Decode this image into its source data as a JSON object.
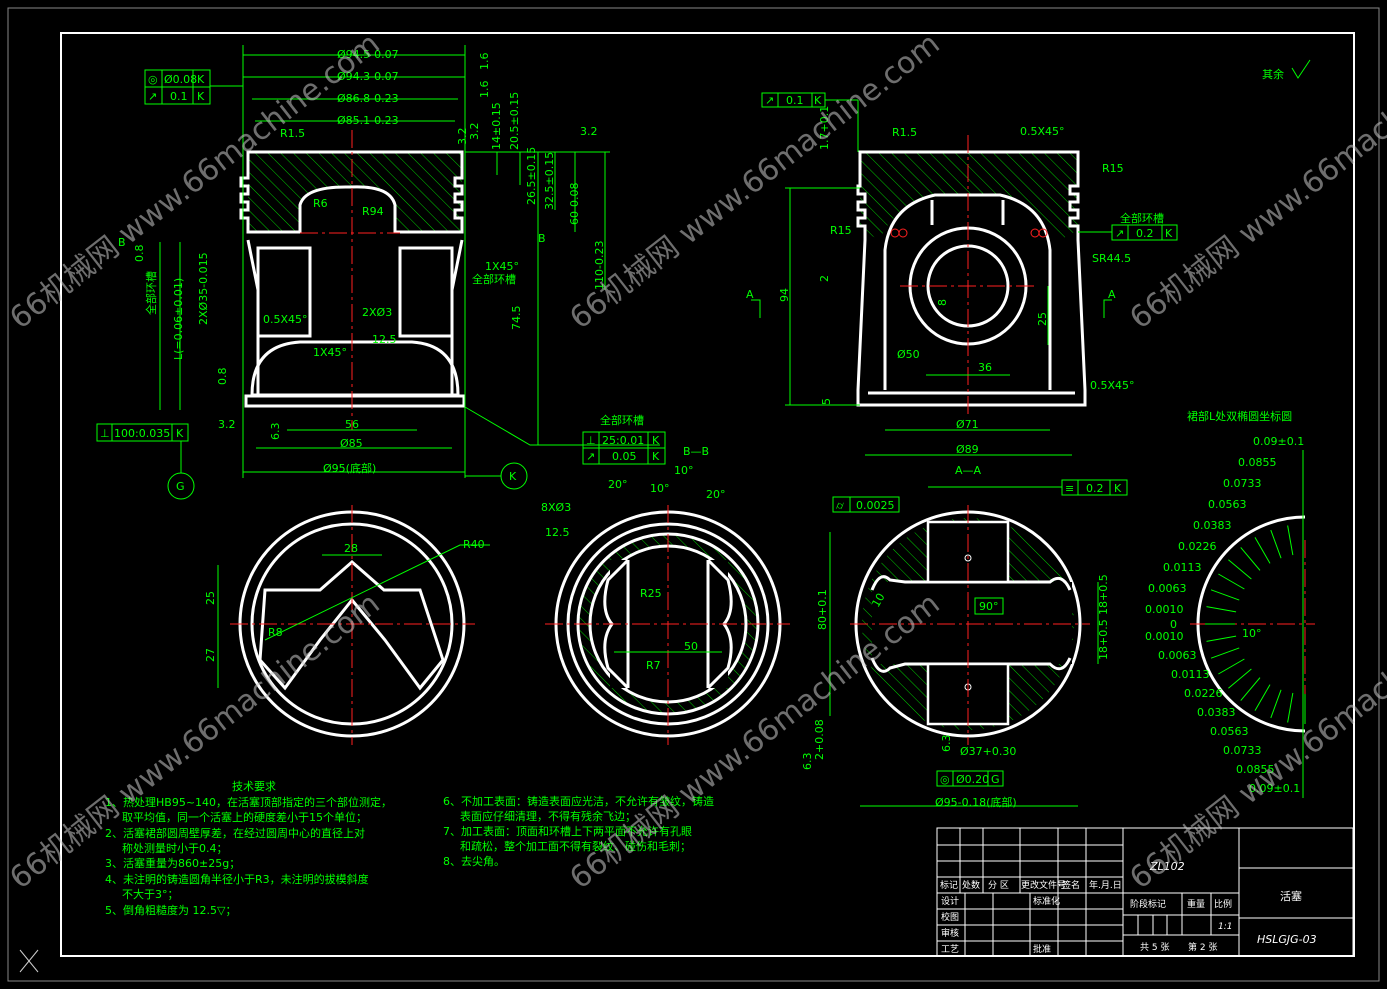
{
  "drawing": {
    "material": "ZL102",
    "part_name": "活塞",
    "drawing_number": "HSLGJG-03",
    "scale": "1:1",
    "sheets_total": "共 5 张",
    "sheet_no": "第 2 张",
    "surface_note": "其余"
  },
  "title_block": {
    "headers": [
      "标记",
      "处数",
      "分 区",
      "更改文件号",
      "签名",
      "年.月.日"
    ],
    "rows": [
      "设计",
      "校图",
      "审核",
      "工艺"
    ],
    "standardization": "标准化",
    "approve": "批准",
    "stage_mark": "阶段标记",
    "weight": "重量",
    "scale_label": "比例"
  },
  "tech_requirements": {
    "title": "技术要求",
    "items": [
      "1、热处理HB95~140，在活塞顶部指定的三个部位测定，",
      "取平均值，同一个活塞上的硬度差小于15个单位；",
      "2、活塞裙部圆周壁厚差，在经过圆周中心的直径上对",
      "称处测量时小于0.4；",
      "3、活塞重量为860±25g；",
      "4、未注明的铸造圆角半径小于R3，未注明的拔模斜度",
      "不大于3°；",
      "5、倒角粗糙度为 12.5▽；",
      "6、不加工表面：铸造表面应光洁，不允许有皱纹，铸造",
      "表面应仔细清理，不得有残余飞边；",
      "7、加工表面：顶面和环槽上下两平面不允许有孔眼",
      "和疏松，整个加工面不得有裂纹、碰伤和毛刺；",
      "8、去尖角。"
    ]
  },
  "front_view": {
    "dims": [
      "Ø94.5-0.07",
      "Ø94.3-0.07",
      "Ø86.8-0.23",
      "Ø85.1-0.23",
      "R1.5",
      "R6",
      "R94",
      "1X45°",
      "全部环槽",
      "0.5X45°",
      "1X45°",
      "2XØ3",
      "12.5",
      "56",
      "Ø85",
      "Ø95(底部)",
      "74.5",
      "110-0.23",
      "60-0.08",
      "32.5±0.15",
      "26.5±0.15",
      "20.5±0.15",
      "14±0.15",
      "3.2",
      "1.6",
      "1.6",
      "3.2",
      "3.2",
      "0.8",
      "0.8",
      "6.3",
      "3.2",
      "B",
      "B",
      "2XØ35-0.015",
      "L(=0.06±0.01)",
      "全部环槽"
    ],
    "fcf_top": [
      [
        "◎",
        "Ø0.08",
        "K"
      ],
      [
        "↗",
        "0.1",
        "K"
      ]
    ],
    "fcf_bottom": [
      "⊥",
      "100:0.035",
      "K"
    ],
    "datum_g": "G",
    "datum_k": "K"
  },
  "section_aa": {
    "title": "A—A",
    "dims": [
      "R1.5",
      "0.5X45°",
      "R15",
      "R15",
      "SR44.5",
      "Ø50",
      "36",
      "25",
      "8",
      "2",
      "94",
      "5",
      "0.5X45°",
      "Ø71",
      "Ø89",
      "1.7+0.1",
      "A",
      "A"
    ],
    "fcf_top": [
      "↗",
      "0.1",
      "K"
    ],
    "fcf_ring": {
      "label": "全部环槽",
      "symbol": "↗",
      "value": "0.2",
      "datum": "K"
    }
  },
  "fcf_mid": {
    "label": "全部环槽",
    "rows": [
      [
        "⊥",
        "25:0.01",
        "K"
      ],
      [
        "↗",
        "0.05",
        "K"
      ]
    ]
  },
  "bottom_left_view": {
    "dims": [
      "28",
      "R40",
      "25",
      "27",
      "R8"
    ]
  },
  "section_bb": {
    "title": "B—B",
    "dims": [
      "8XØ3",
      "12.5",
      "20°",
      "10°",
      "10°",
      "20°",
      "R25",
      "R7",
      "50"
    ]
  },
  "bottom_view": {
    "dims": [
      "0.0025",
      "0.2",
      "K",
      "90°",
      "80+0.1",
      "18+0.5",
      "18+0.5",
      "Ø37+0.30",
      "Ø0.20",
      "G",
      "Ø95-0.18(底部)",
      "6.3",
      "6.3",
      "2+0.08",
      "10"
    ]
  },
  "ellipse_chart": {
    "title": "裙部L处双椭圆坐标圆",
    "upper": [
      "0.09±0.1",
      "0.0855",
      "0.0733",
      "0.0563",
      "0.0383",
      "0.0226",
      "0.0113",
      "0.0063",
      "0.0010"
    ],
    "zero": "0",
    "lower": [
      "0.0010",
      "0.0063",
      "0.0113",
      "0.0226",
      "0.0383",
      "0.0563",
      "0.0733",
      "0.0855",
      "0.09±0.1"
    ],
    "angle": "10°"
  },
  "watermark": "66机械网 www.66machine.com",
  "colors": {
    "lines": "#ffffff",
    "dims": "#00ff00",
    "center": "#ff2020",
    "bg": "#000000"
  }
}
